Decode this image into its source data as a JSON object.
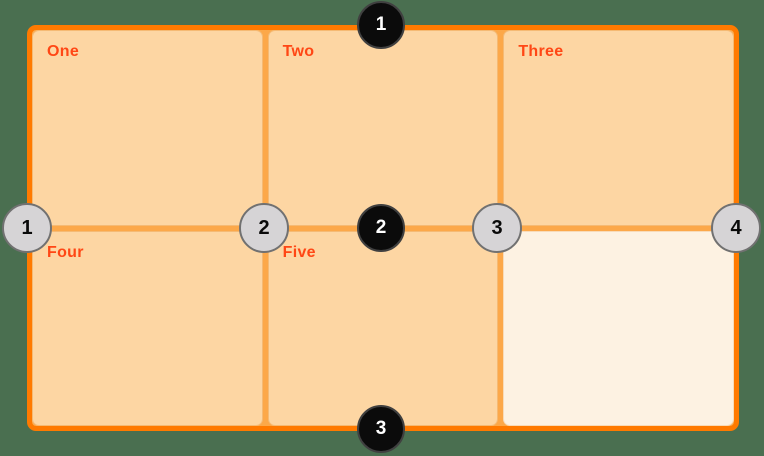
{
  "diagram": {
    "description": "CSS grid numbered-lines illustration: 3 columns by 2 rows, five placed items, one empty cell",
    "colors": {
      "page_background": "#4a6f50",
      "container_border": "#ff7a00",
      "grid_line": "#fca849",
      "cell_fill": "#fdd6a3",
      "empty_cell_fill": "#fdf2e2",
      "cell_label": "#ff4715",
      "row_marker_fill": "#0b0b0b",
      "row_marker_text": "#ffffff",
      "column_marker_fill": "#d6d4d6",
      "column_marker_text": "#0a0a0a"
    },
    "columns": 3,
    "rows": 2
  },
  "grid": {
    "cells": [
      {
        "label": "One",
        "empty": false
      },
      {
        "label": "Two",
        "empty": false
      },
      {
        "label": "Three",
        "empty": false
      },
      {
        "label": "Four",
        "empty": false
      },
      {
        "label": "Five",
        "empty": false
      },
      {
        "label": "",
        "empty": true
      }
    ]
  },
  "row_lines": [
    {
      "number": "1"
    },
    {
      "number": "2"
    },
    {
      "number": "3"
    }
  ],
  "column_lines": [
    {
      "number": "1"
    },
    {
      "number": "2"
    },
    {
      "number": "3"
    },
    {
      "number": "4"
    }
  ]
}
